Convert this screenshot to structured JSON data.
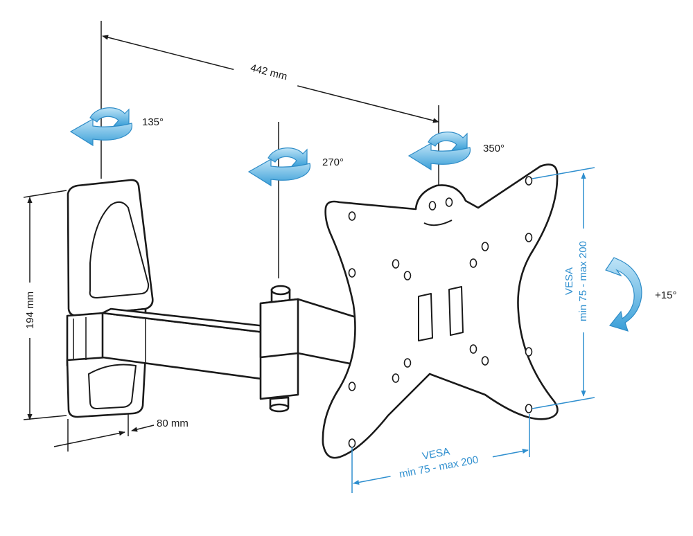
{
  "dimensions": {
    "width_reach": "442 mm",
    "height": "194 mm",
    "depth": "80 mm"
  },
  "rotations": {
    "wall_pivot": "135°",
    "arm_pivot": "270°",
    "plate_pivot": "350°",
    "tilt": "+15°"
  },
  "vesa": {
    "label": "VESA",
    "range": "min 75 - max 200"
  },
  "colors": {
    "arrow_blue": "#5bb4e3",
    "dimension_blue": "#2f8fcf",
    "line": "#1a1a1a"
  }
}
